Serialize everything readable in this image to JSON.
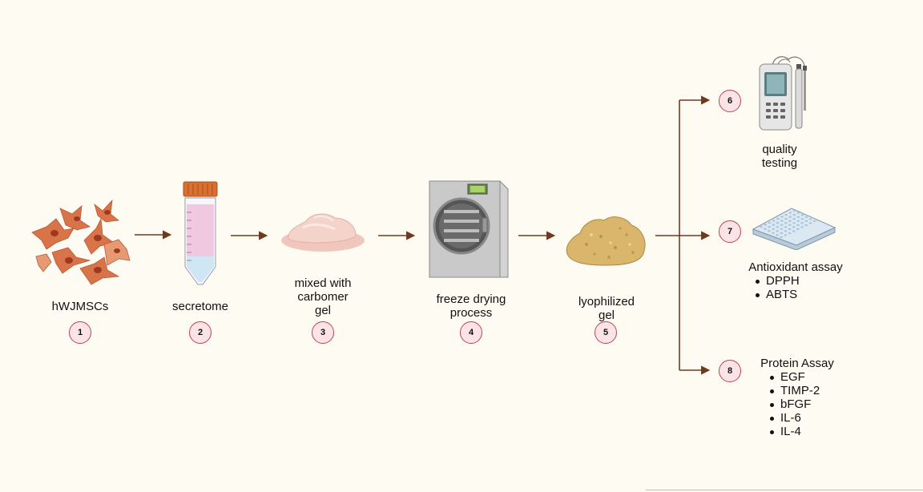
{
  "steps": [
    {
      "label_lines": [
        "hWJMSCs"
      ],
      "number": "1"
    },
    {
      "label_lines": [
        "secretome"
      ],
      "number": "2"
    },
    {
      "label_lines": [
        "mixed with",
        "carbomer",
        "gel"
      ],
      "number": "3"
    },
    {
      "label_lines": [
        "freeze drying",
        "process"
      ],
      "number": "4"
    },
    {
      "label_lines": [
        "lyophilized",
        "gel"
      ],
      "number": "5"
    }
  ],
  "branches": [
    {
      "number": "6",
      "title_lines": [
        "quality",
        "testing"
      ],
      "items": []
    },
    {
      "number": "7",
      "title_lines": [
        "Antioxidant assay"
      ],
      "items": [
        "DPPH",
        "ABTS"
      ]
    },
    {
      "number": "8",
      "title_lines": [
        "Protein Assay"
      ],
      "items": [
        "EGF",
        "TIMP-2",
        "bFGF",
        "IL-6",
        "IL-4"
      ]
    }
  ],
  "colors": {
    "arrow": "#6e3a1e",
    "badge_fill": "#fbe3e6",
    "badge_border": "#b8455a",
    "cells": "#d9734a",
    "tube_cap": "#d9702f",
    "tube_liquid": "#f0c8e0",
    "gel": "#f4d3cb",
    "dryer": "#c9c9c9",
    "lyo_gel": "#d9b66c"
  }
}
